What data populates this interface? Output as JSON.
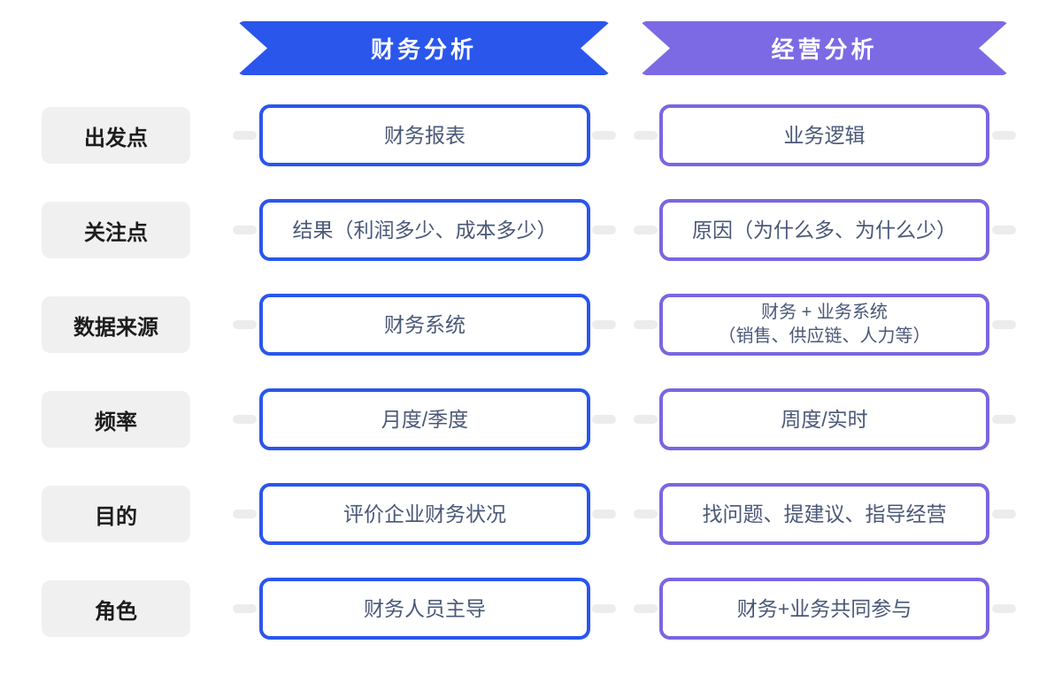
{
  "colors": {
    "financial_accent": "#2A56EC",
    "business_accent": "#7C6AE4",
    "business_border": "#7B66DF",
    "box_text": "#4A5878",
    "label_bg": "#F0F0F1",
    "label_text": "#1C1C1C",
    "connector_dash": "#ECECEC"
  },
  "headers": {
    "financial": "财务分析",
    "business": "经营分析"
  },
  "rows": [
    {
      "label": "出发点",
      "financial": "财务报表",
      "business": "业务逻辑"
    },
    {
      "label": "关注点",
      "financial": "结果（利润多少、成本多少）",
      "business": "原因（为什么多、为什么少）"
    },
    {
      "label": "数据来源",
      "financial": "财务系统",
      "business_line1": "财务 + 业务系统",
      "business_line2": "（销售、供应链、人力等）"
    },
    {
      "label": "频率",
      "financial": "月度/季度",
      "business": "周度/实时"
    },
    {
      "label": "目的",
      "financial": "评价企业财务状况",
      "business": "找问题、提建议、指导经营"
    },
    {
      "label": "角色",
      "financial": "财务人员主导",
      "business": "财务+业务共同参与"
    }
  ]
}
